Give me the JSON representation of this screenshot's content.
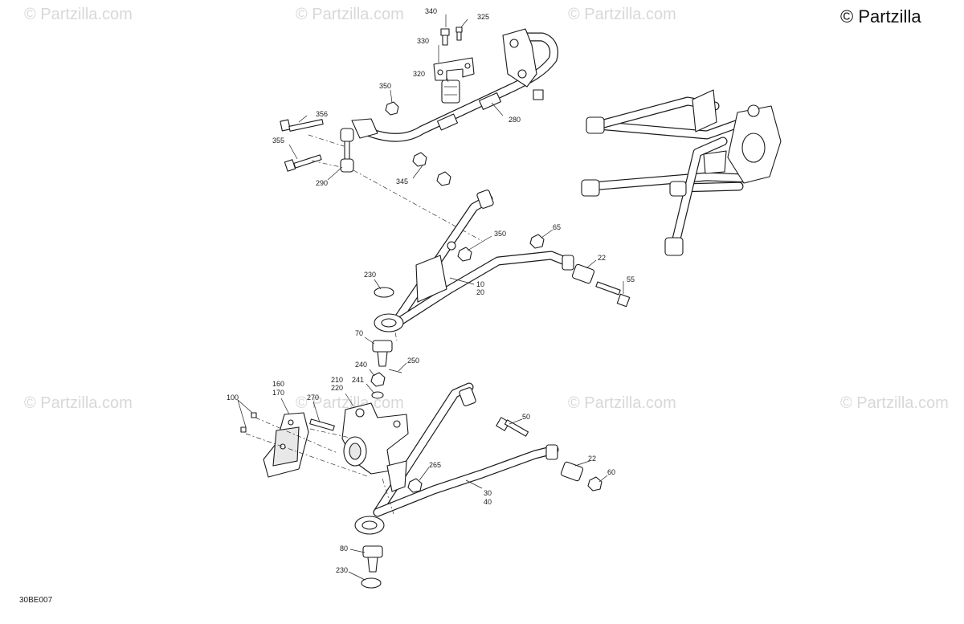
{
  "watermark": {
    "brand": "© Partzilla.com",
    "corner": "© Partzilla"
  },
  "diagram_code": "30BE007",
  "callouts": {
    "c340": "340",
    "c325": "325",
    "c330": "330",
    "c320": "320",
    "c350a": "350",
    "c280": "280",
    "c356": "356",
    "c355": "355",
    "c290": "290",
    "c345": "345",
    "c350b": "350",
    "c65": "65",
    "c22a": "22",
    "c55": "55",
    "c230a": "230",
    "c10": "10",
    "c20": "20",
    "c70": "70",
    "c250": "250",
    "c240": "240",
    "c241": "241",
    "c210": "210",
    "c220": "220",
    "c270": "270",
    "c160": "160",
    "c170": "170",
    "c100": "100",
    "c50": "50",
    "c22b": "22",
    "c60": "60",
    "c265": "265",
    "c30": "30",
    "c40": "40",
    "c80": "80",
    "c230b": "230"
  }
}
